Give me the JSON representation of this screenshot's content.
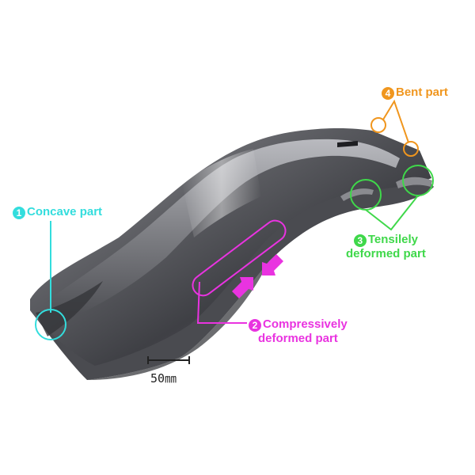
{
  "colors": {
    "concave": "#33dddd",
    "compressive": "#e933e0",
    "tensile": "#3fd84a",
    "bent": "#f0961e",
    "metal": "#6e6f74"
  },
  "labels": {
    "concave": {
      "num": "1",
      "text": "Concave part"
    },
    "compressive": {
      "num": "2",
      "line1": "Compressively",
      "line2": "deformed part"
    },
    "tensile": {
      "num": "3",
      "line1": "Tensilely",
      "line2": "deformed part"
    },
    "bent": {
      "num": "4",
      "text": "Bent part"
    }
  },
  "scale_bar": {
    "text": "50㎜"
  }
}
